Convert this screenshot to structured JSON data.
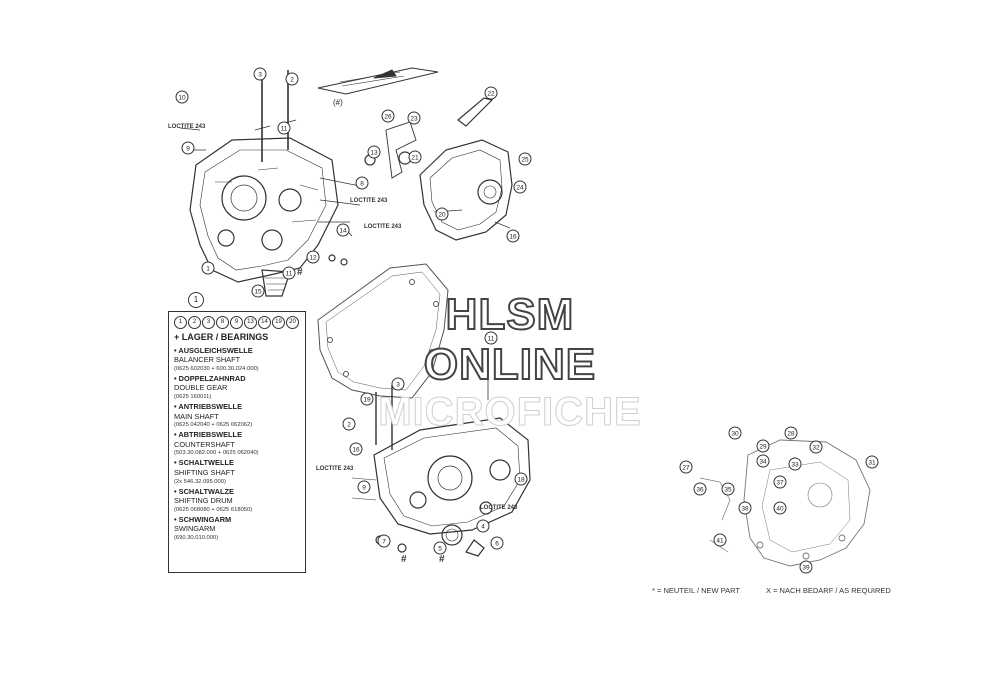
{
  "watermark": {
    "line1": "HLSM",
    "line2": "ONLINE",
    "line3": "MICROFICHE"
  },
  "legend": {
    "ref_number": "1",
    "item_numbers": [
      "1",
      "2",
      "3",
      "8",
      "9",
      "13",
      "14",
      "19",
      "20"
    ],
    "heading": "LAGER / BEARINGS",
    "entries": [
      {
        "line1": "AUSGLEICHSWELLE",
        "line2": "BALANCER SHAFT",
        "part_numbers": "(0625 602030 + 600.30.024.000)"
      },
      {
        "line1": "DOPPELZAHNRAD",
        "line2": "DOUBLE GEAR",
        "part_numbers": "(0625 160011)"
      },
      {
        "line1": "ANTRIEBSWELLE",
        "line2": "MAIN SHAFT",
        "part_numbers": "(0625 042040 + 0625 062062)"
      },
      {
        "line1": "ABTRIEBSWELLE",
        "line2": "COUNTERSHAFT",
        "part_numbers": "(503.30.082.000 + 0625 062040)"
      },
      {
        "line1": "SCHALTWELLE",
        "line2": "SHIFTING SHAFT",
        "part_numbers": "(2x 546.32.095.000)"
      },
      {
        "line1": "SCHALTWALZE",
        "line2": "SHIFTING DRUM",
        "part_numbers": "(0625 068080 + 0625 618050)"
      },
      {
        "line1": "SCHWINGARM",
        "line2": "SWINGARM",
        "part_numbers": "(690.30.010.000)"
      }
    ]
  },
  "labels": {
    "loctite_1": "LOCTITE 243",
    "loctite_2": "LOCTITE 243",
    "loctite_3": "LOCTITE 243",
    "loctite_4": "LOCTITE 243",
    "loctite_5": "LOCTITE 243",
    "stamp_label": "(#)",
    "hash": "#"
  },
  "footnotes": {
    "new_part": "* = NEUTEIL / NEW PART",
    "as_required": "X = NACH BEDARF / AS REQUIRED"
  },
  "callouts": {
    "top_left": [
      "10",
      "3",
      "2",
      "9",
      "11",
      "13",
      "8",
      "14",
      "12",
      "11",
      "15",
      "1"
    ],
    "top_right": [
      "22",
      "26",
      "23",
      "21",
      "25",
      "20",
      "24",
      "16"
    ],
    "center": [
      "11",
      "3",
      "19",
      "2",
      "16",
      "9",
      "4",
      "5",
      "6",
      "18",
      "7"
    ],
    "right": [
      "30",
      "28",
      "29",
      "34",
      "33",
      "32",
      "31",
      "27",
      "36",
      "37",
      "35",
      "41",
      "38",
      "40",
      "39"
    ]
  },
  "colors": {
    "line": "#333333",
    "outline_faint": "#8a8a8a"
  }
}
